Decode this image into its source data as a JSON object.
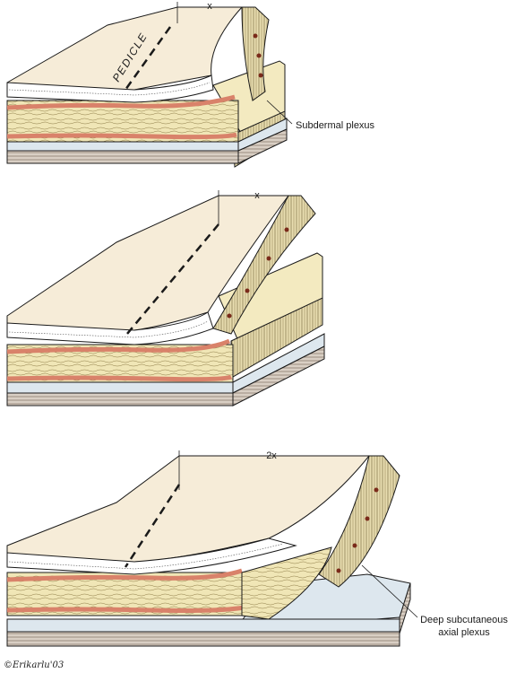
{
  "panels": [
    {
      "flap_label": "PEDICLE",
      "dimension_label": "x",
      "callout_label": "Subdermal plexus"
    },
    {
      "flap_label": "",
      "dimension_label": "x",
      "callout_label": ""
    },
    {
      "flap_label": "",
      "dimension_label": "2x",
      "callout_label_line1": "Deep subcutaneous",
      "callout_label_line2": "axial plexus"
    }
  ],
  "signature": "©Erikarlu'03",
  "colors": {
    "skin": "#f6ecd8",
    "dermis": "#ffffff",
    "fat": "#f0e6b6",
    "vessel": "#d9826a",
    "fascia": "#dde7ee",
    "muscle": "#8a6f5c",
    "outline": "#1a1a1a"
  }
}
